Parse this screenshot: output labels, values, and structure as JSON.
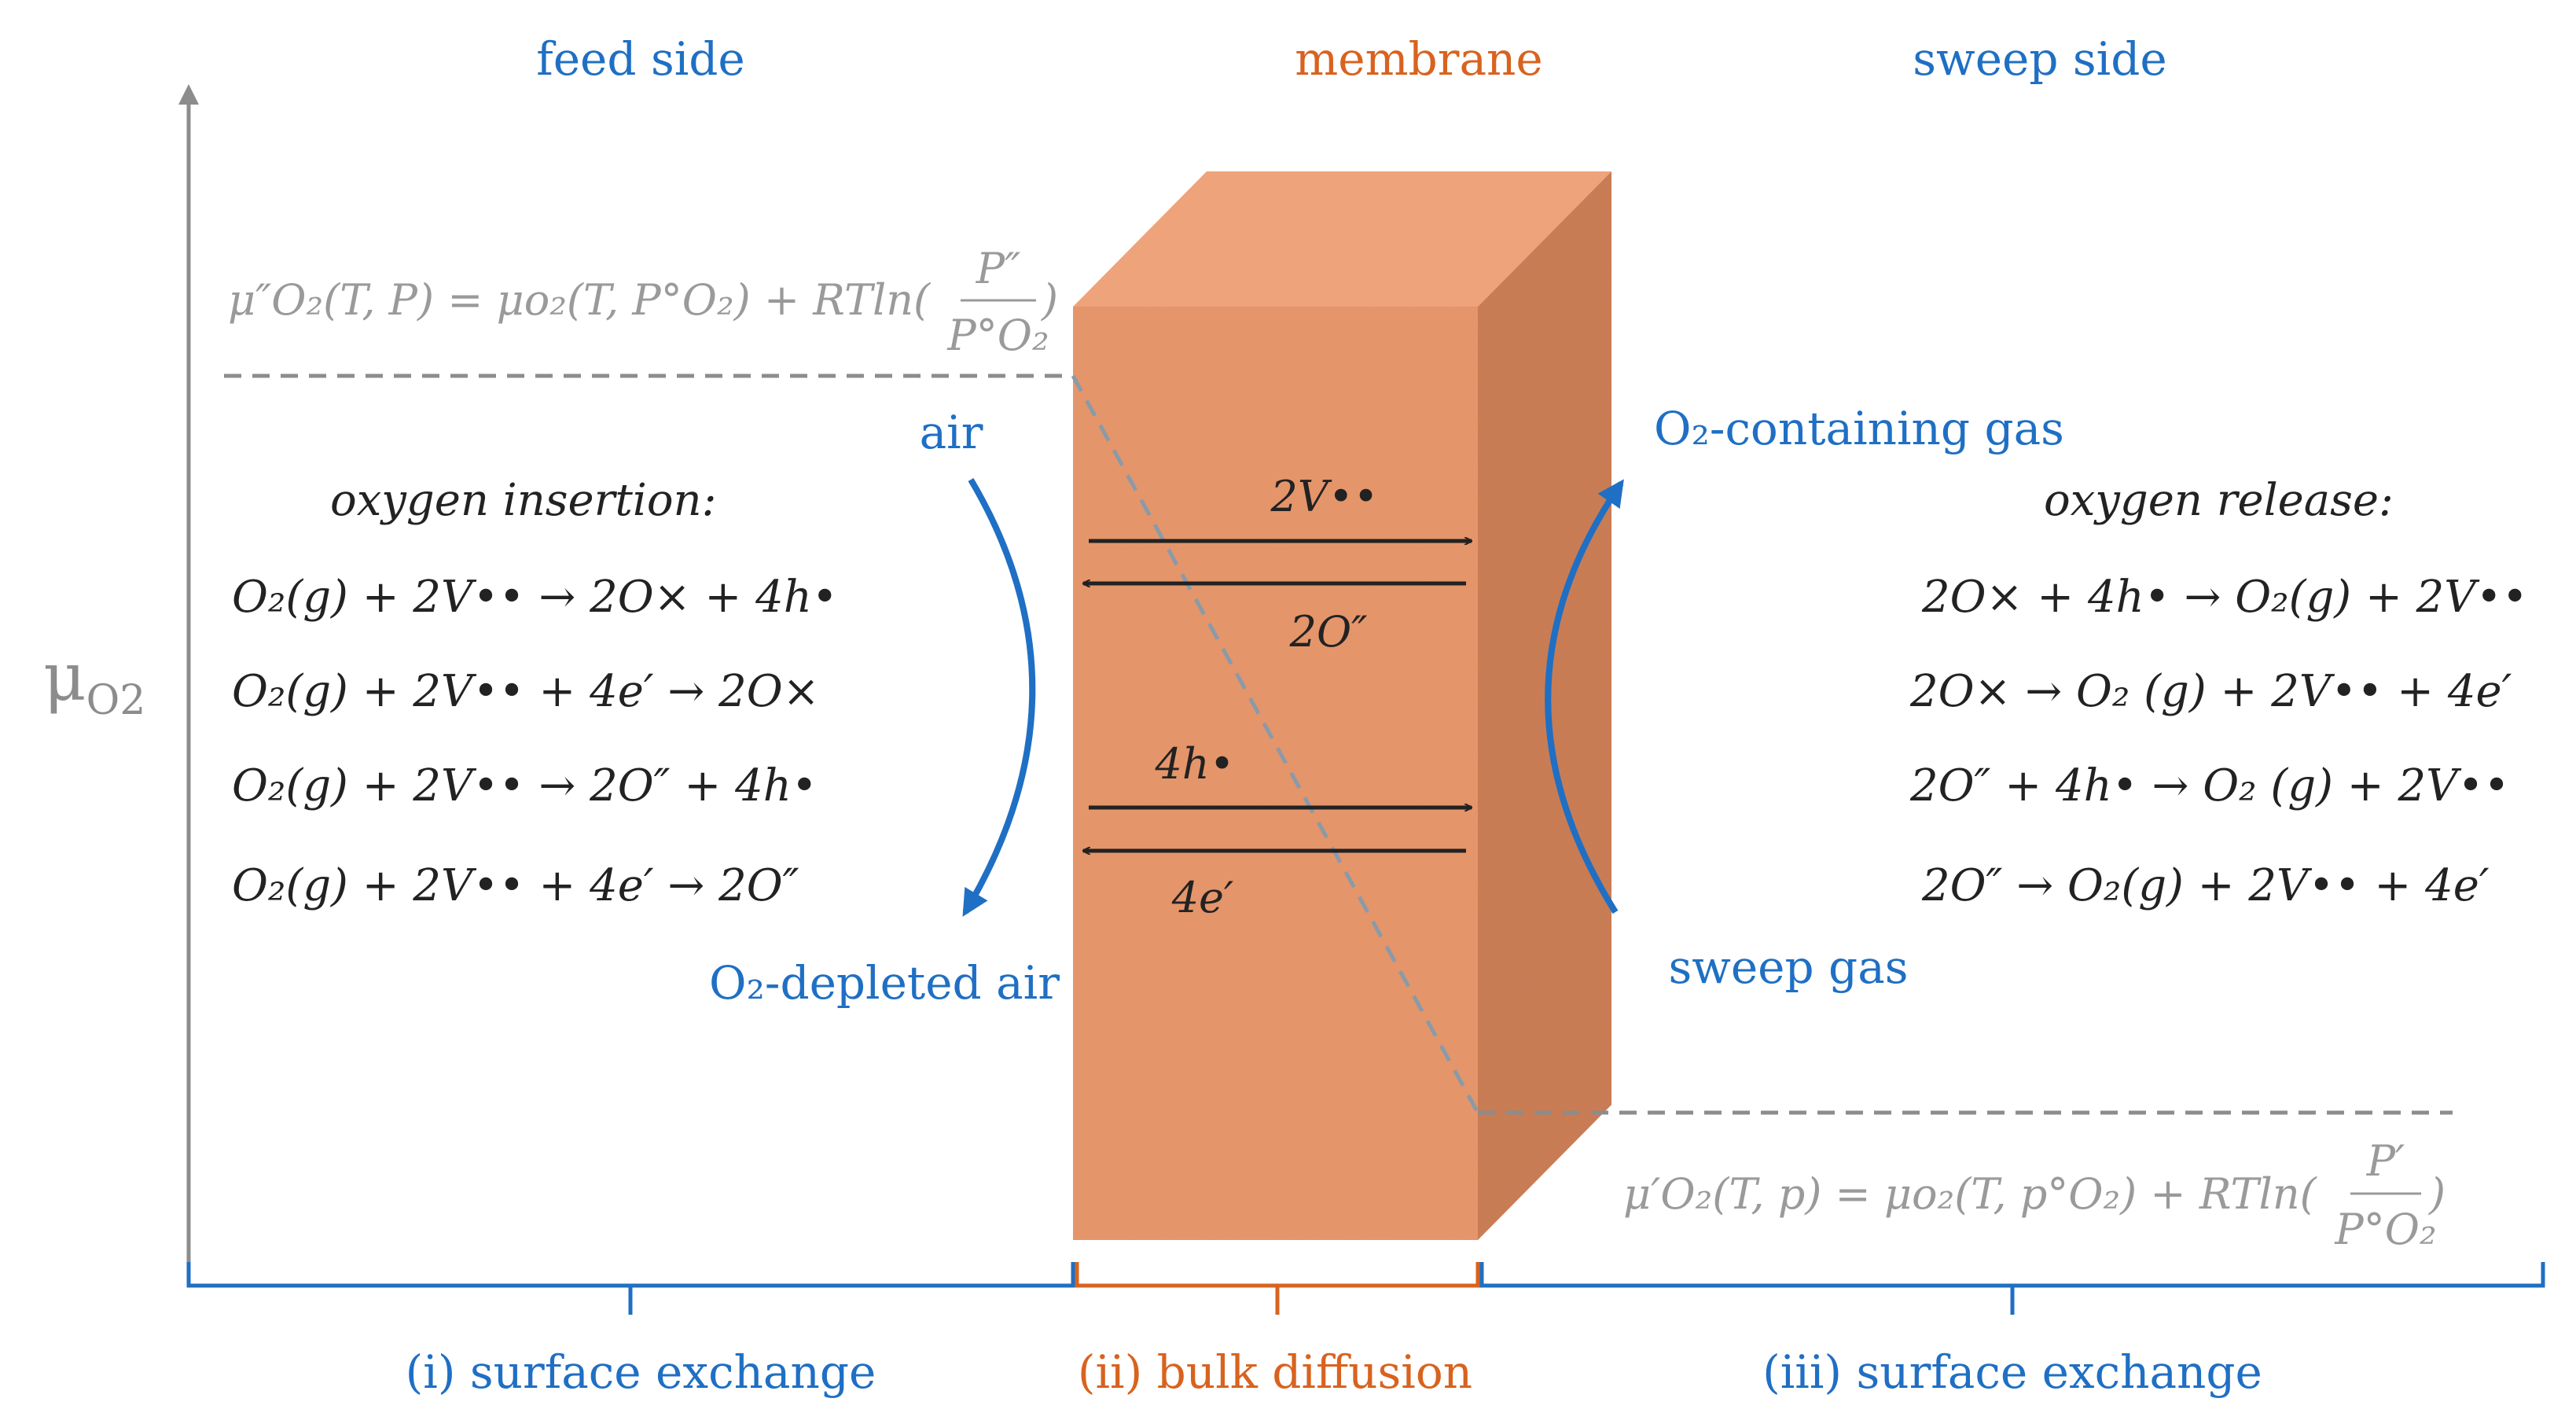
{
  "colors": {
    "blue": "#1f6fc4",
    "orange": "#d8631f",
    "gray": "#8c8c8c",
    "dark": "#222222",
    "block_front": "#e8956a",
    "block_top": "#eea37a",
    "block_side": "#c97a52"
  },
  "regions": {
    "feed": "feed side",
    "membrane": "membrane",
    "sweep": "sweep side"
  },
  "axis": {
    "mu": "μ",
    "mu_sub": "O2"
  },
  "feed_potential": {
    "lhs": "μ″O₂(T, P) = μo₂(T, P°O₂) + RTln(",
    "num": "P″",
    "den": "P°O₂",
    "close": ")"
  },
  "sweep_potential": {
    "lhs": "μ′O₂(T, p) = μo₂(T, p°O₂) + RTln(",
    "num": "P′",
    "den": "P°O₂",
    "close": ")"
  },
  "feed_flows": {
    "air": "air",
    "depleted": "O₂-depleted air"
  },
  "sweep_flows": {
    "containing": "O₂-containing gas",
    "sweep_gas": "sweep gas"
  },
  "insertion": {
    "title": "oxygen insertion:",
    "reactions": [
      "O₂(g) + 2V•• → 2O× + 4h•",
      "O₂(g) + 2V•• + 4e′ → 2O×",
      "O₂(g) + 2V•• → 2O″ + 4h•",
      "O₂(g) + 2V•• + 4e′ → 2O″"
    ]
  },
  "release": {
    "title": "oxygen release:",
    "reactions": [
      "2O× + 4h• → O₂(g) + 2V••",
      "2O× → O₂ (g) + 2V•• + 4e′",
      "2O″ + 4h• → O₂ (g) + 2V••",
      "2O″ → O₂(g) + 2V•• + 4e′"
    ]
  },
  "species": {
    "vacancy": "2V••",
    "interstitial": "2O″",
    "hole": "4h•",
    "electron": "4e′"
  },
  "stages": {
    "stage1": "(i) surface exchange",
    "stage2": "(ii) bulk diffusion",
    "stage3": "(iii) surface exchange"
  }
}
